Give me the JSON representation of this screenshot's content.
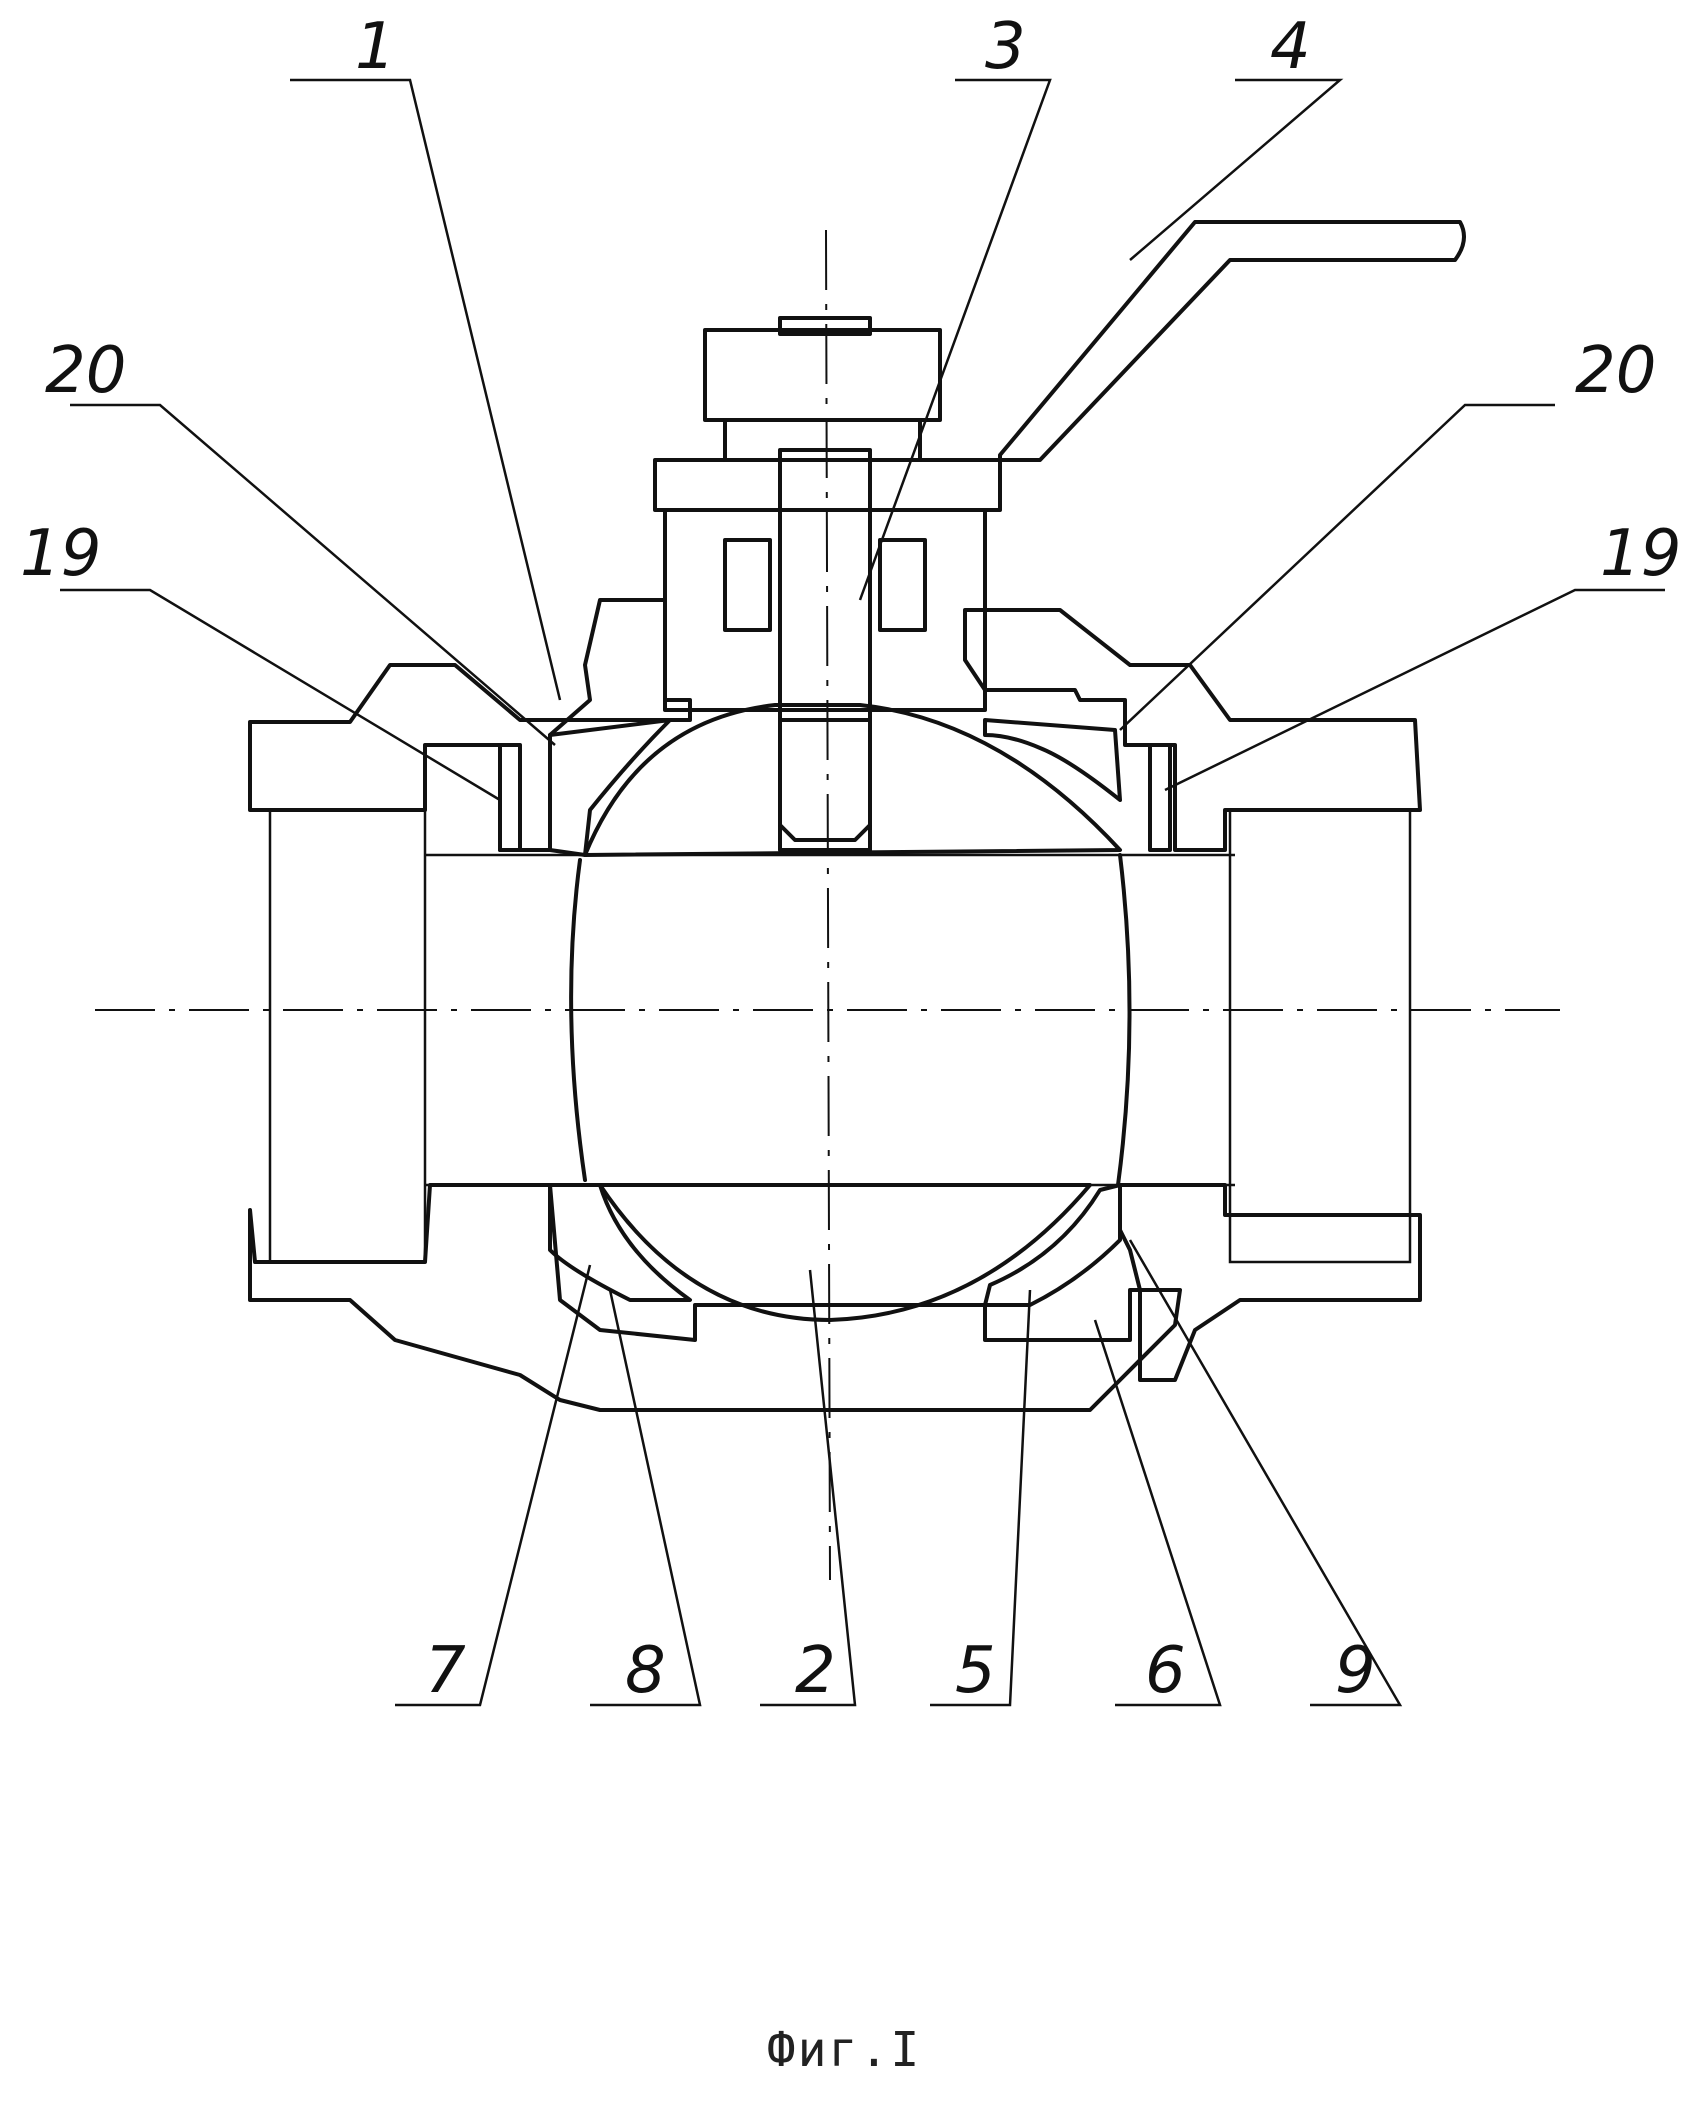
{
  "figure": {
    "caption": "Фиг.I",
    "labels": [
      {
        "id": "1",
        "text": "1"
      },
      {
        "id": "3",
        "text": "3"
      },
      {
        "id": "4",
        "text": "4"
      },
      {
        "id": "20-left",
        "text": "20"
      },
      {
        "id": "20-right",
        "text": "20"
      },
      {
        "id": "19-left",
        "text": "19"
      },
      {
        "id": "19-right",
        "text": "19"
      },
      {
        "id": "7",
        "text": "7"
      },
      {
        "id": "8",
        "text": "8"
      },
      {
        "id": "2",
        "text": "2"
      },
      {
        "id": "5",
        "text": "5"
      },
      {
        "id": "6",
        "text": "6"
      },
      {
        "id": "9",
        "text": "9"
      }
    ]
  }
}
